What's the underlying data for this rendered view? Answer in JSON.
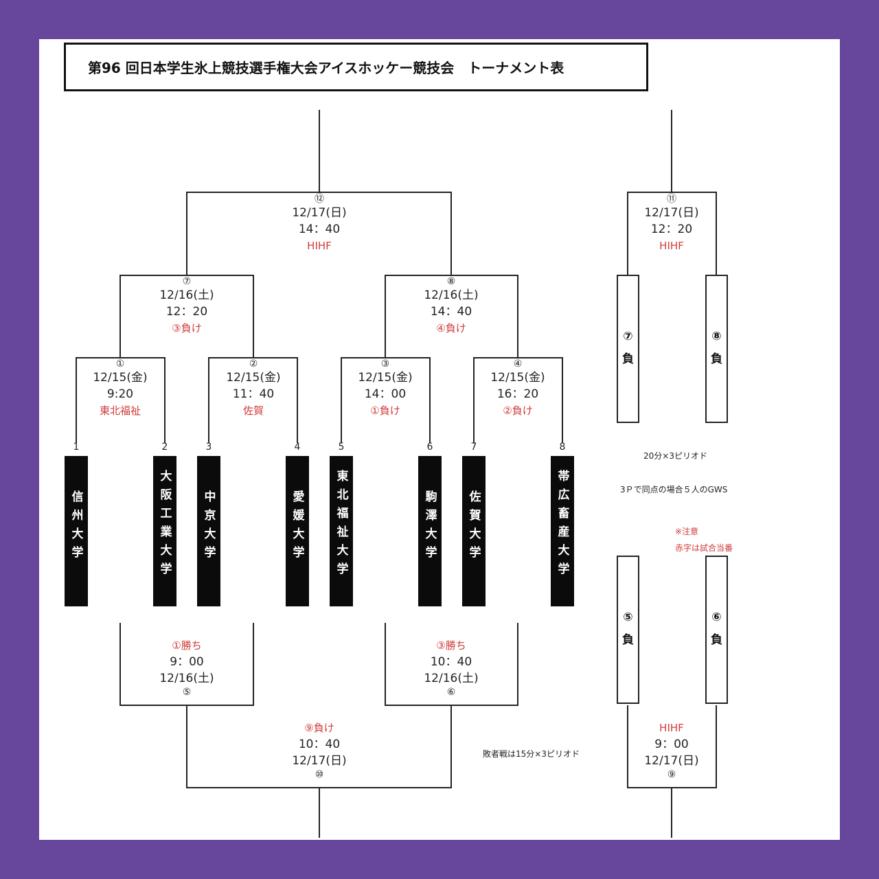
{
  "title": "第96 回日本学生氷上競技選手権大会アイスホッケー競技会　トーナメント表",
  "seeds": [
    "1",
    "2",
    "3",
    "4",
    "5",
    "6",
    "7",
    "8"
  ],
  "teams": [
    "信州大学",
    "大阪工業大学",
    "中京大学",
    "愛媛大学",
    "東北福祉大学",
    "駒澤大学",
    "佐賀大学",
    "帯広畜産大学"
  ],
  "matches": [
    {
      "num": "①",
      "date": "12/15(金)",
      "time": "9:20",
      "ref": "東北福祉"
    },
    {
      "num": "②",
      "date": "12/15(金)",
      "time": "11：40",
      "ref": "佐賀"
    },
    {
      "num": "③",
      "date": "12/15(金)",
      "time": "14：00",
      "ref": "①負け"
    },
    {
      "num": "④",
      "date": "12/15(金)",
      "time": "16：20",
      "ref": "②負け"
    },
    {
      "num": "⑦",
      "date": "12/16(土)",
      "time": "12：20",
      "ref": "③負け"
    },
    {
      "num": "⑧",
      "date": "12/16(土)",
      "time": "14：40",
      "ref": "④負け"
    },
    {
      "num": "⑫",
      "date": "12/17(日)",
      "time": "14：40",
      "ref": "HIHF"
    },
    {
      "num": "⑪",
      "date": "12/17(日)",
      "time": "12：20",
      "ref": "HIHF"
    }
  ],
  "consolation": [
    {
      "ref": "①勝ち",
      "time": "9：00",
      "date": "12/16(土)",
      "num": "⑤"
    },
    {
      "ref": "③勝ち",
      "time": "10：40",
      "date": "12/16(土)",
      "num": "⑥"
    },
    {
      "ref": "⑨負け",
      "time": "10：40",
      "date": "12/17(日)",
      "num": "⑩"
    },
    {
      "ref": "HIHF",
      "time": "9：00",
      "date": "12/17(日)",
      "num": "⑨"
    }
  ],
  "losers": [
    {
      "num": "⑦",
      "label": "負"
    },
    {
      "num": "⑧",
      "label": "負"
    },
    {
      "num": "⑤",
      "label": "負"
    },
    {
      "num": "⑥",
      "label": "負"
    }
  ],
  "notes": {
    "periods": "20分×3ピリオド",
    "gws": "3Ｐで同点の場合５人のGWS",
    "caution": "※注意",
    "red_note": "赤字は試合当番",
    "consolation_periods": "敗者戦は15分×3ピリオド"
  },
  "colors": {
    "frame": "#67479c",
    "accent": "#d23a3a",
    "team_bg": "#0b0b0b"
  }
}
